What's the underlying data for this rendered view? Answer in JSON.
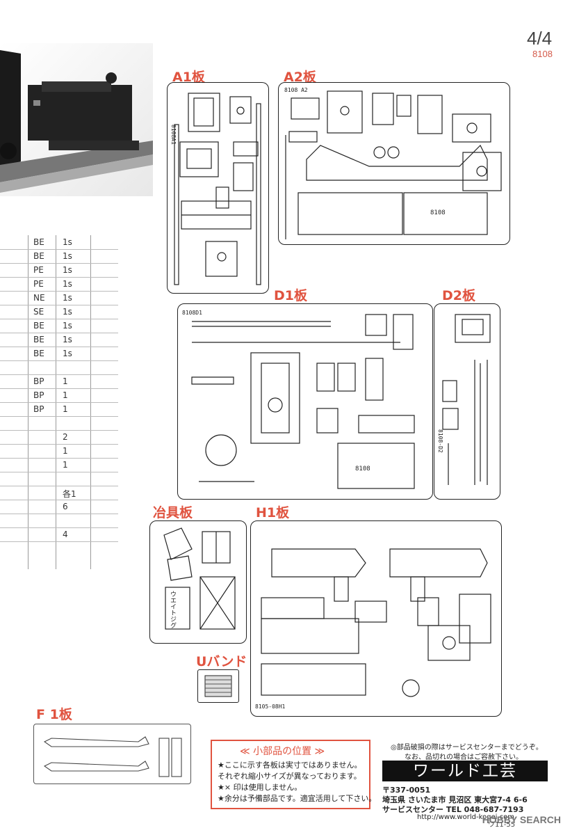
{
  "page": {
    "number": "4/4",
    "code": "8108"
  },
  "sheets": {
    "a1": "A1板",
    "a2": "A2板",
    "d1": "D1板",
    "d2": "D2板",
    "jig": "冶具板",
    "h1": "H1板",
    "uband": "Uバンド",
    "f1": "F 1板"
  },
  "sheet_marks": {
    "a1": "8108A1",
    "a2": "8108 A2",
    "a2_body": "8108",
    "d1": "8108D1",
    "d1_body": "8108",
    "d2": "8108-D2",
    "h1": "8105-08H1",
    "jig_text": "ウエイトジグ"
  },
  "parts_table": [
    {
      "mat": "BE",
      "qty": "1s"
    },
    {
      "mat": "BE",
      "qty": "1s"
    },
    {
      "mat": "PE",
      "qty": "1s"
    },
    {
      "mat": "PE",
      "qty": "1s"
    },
    {
      "mat": "NE",
      "qty": "1s"
    },
    {
      "mat": "SE",
      "qty": "1s"
    },
    {
      "mat": "BE",
      "qty": "1s"
    },
    {
      "mat": "BE",
      "qty": "1s"
    },
    {
      "mat": "BE",
      "qty": "1s"
    },
    {
      "mat": "",
      "qty": ""
    },
    {
      "mat": "BP",
      "qty": "1"
    },
    {
      "mat": "BP",
      "qty": "1"
    },
    {
      "mat": "BP",
      "qty": "1"
    },
    {
      "mat": "",
      "qty": ""
    },
    {
      "mat": "",
      "qty": "2"
    },
    {
      "mat": "",
      "qty": "1"
    },
    {
      "mat": "",
      "qty": "1"
    },
    {
      "mat": "",
      "qty": ""
    },
    {
      "mat": "",
      "qty": "各1"
    },
    {
      "mat": "",
      "qty": "6"
    },
    {
      "mat": "",
      "qty": ""
    },
    {
      "mat": "",
      "qty": "4"
    }
  ],
  "notes": {
    "title": "≪ 小部品の位置 ≫",
    "lines": [
      "★ここに示す各板は実寸ではありません。",
      "それぞれ縮小サイズが異なっております。",
      "★× 印は使用しません。",
      "★余分は予備部品です。適宜活用して下さい。"
    ]
  },
  "maker": {
    "notice1": "◎部品破損の際はサービスセンターまでどうぞ。",
    "notice2": "なお、品切れの場合はご容赦下さい。",
    "name": "ワールド工芸",
    "postal": "〒337-0051",
    "address": "埼玉県 さいたま市 見沼区 東大宮7-4 6-6",
    "service": "サービスセンター TEL 048-687-7193",
    "url": "http://www.world-kogei.com",
    "id": "ワ11-55"
  },
  "watermark": "HOBBY SEARCH",
  "colors": {
    "accent": "#e0533f",
    "line": "#222222"
  }
}
